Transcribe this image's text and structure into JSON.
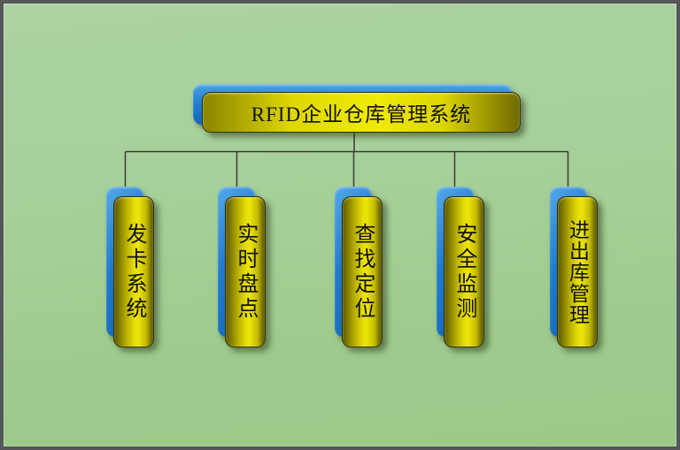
{
  "diagram": {
    "root": {
      "label": "RFID企业仓库管理系统"
    },
    "children": [
      {
        "label": "发卡系统"
      },
      {
        "label": "实时盘点"
      },
      {
        "label": "查找定位"
      },
      {
        "label": "安全监测"
      },
      {
        "label": "进出库管理"
      }
    ],
    "colors": {
      "background_green": "#a6d099",
      "frame_gray": "#54565a",
      "node_yellow_bright": "#ece409",
      "node_yellow_dark": "#5a5600",
      "node_blue": "#1e7ace",
      "connector_line": "#3b3b33",
      "text": "#121200"
    }
  }
}
